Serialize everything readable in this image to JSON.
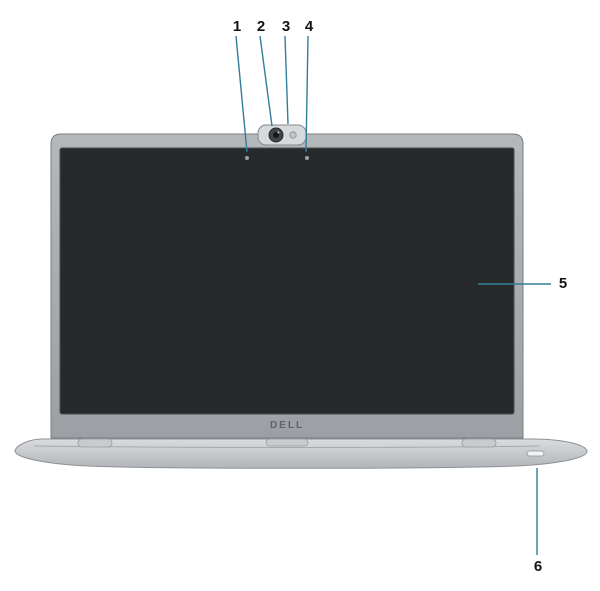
{
  "diagram": {
    "callouts": [
      "1",
      "2",
      "3",
      "4",
      "5",
      "6"
    ],
    "brand_logo": "DELL",
    "colors": {
      "callout_line": "#337e9b",
      "screen_fill": "#28292b",
      "bezel_stroke": "#7a7e82",
      "base_stroke": "#8d9196"
    }
  }
}
